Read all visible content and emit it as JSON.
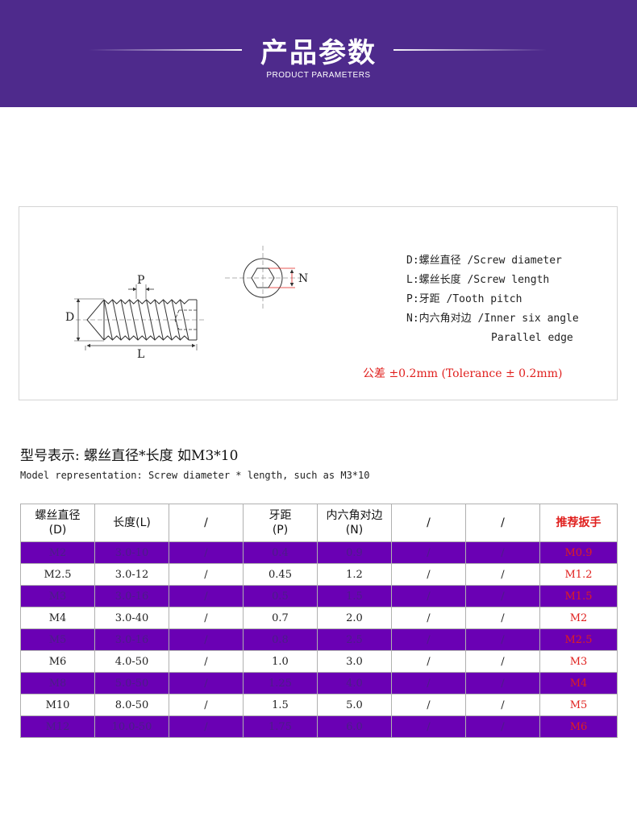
{
  "header": {
    "title": "产品参数",
    "subtitle": "PRODUCT PARAMETERS"
  },
  "diagram": {
    "labels": {
      "d": "D",
      "l": "L",
      "p": "P",
      "n": "N"
    },
    "legend": [
      "D:螺丝直径 /Screw diameter",
      "L:螺丝长度 /Screw length",
      "P:牙距 /Tooth pitch",
      "N:内六角对边 /Inner six angle"
    ],
    "legend_cont": "Parallel edge",
    "tolerance": "公差 ±0.2mm (Tolerance ± 0.2mm)"
  },
  "model": {
    "title": "型号表示: 螺丝直径*长度   如M3*10",
    "subtitle": "Model representation: Screw diameter * length, such as M3*10"
  },
  "table": {
    "headers": [
      [
        "螺丝直径",
        "(D)"
      ],
      [
        "长度(L)"
      ],
      [
        "/"
      ],
      [
        "牙距",
        "(P)"
      ],
      [
        "内六角对边",
        "(N)"
      ],
      [
        "/"
      ],
      [
        "/"
      ],
      [
        "推荐扳手"
      ]
    ],
    "rows": [
      [
        "M2",
        "3.0-10",
        "/",
        "0.4",
        "0.9",
        "/",
        "/",
        "M0.9"
      ],
      [
        "M2.5",
        "3.0-12",
        "/",
        "0.45",
        "1.2",
        "/",
        "/",
        "M1.2"
      ],
      [
        "M3",
        "3.0-16",
        "/",
        "0.5",
        "1.5",
        "/",
        "/",
        "M1.5"
      ],
      [
        "M4",
        "3.0-40",
        "/",
        "0.7",
        "2.0",
        "/",
        "/",
        "M2"
      ],
      [
        "M5",
        "3.0-16",
        "/",
        "0.8",
        "2.5",
        "/",
        "/",
        "M2.5"
      ],
      [
        "M6",
        "4.0-50",
        "/",
        "1.0",
        "3.0",
        "/",
        "/",
        "M3"
      ],
      [
        "M8",
        "5.0-50",
        "/",
        "1.25",
        "4.0",
        "/",
        "/",
        "M4"
      ],
      [
        "M10",
        "8.0-50",
        "/",
        "1.5",
        "5.0",
        "/",
        "/",
        "M5"
      ],
      [
        "M12",
        "10.0-50",
        "/",
        "1.75",
        "6.0",
        "/",
        "/",
        "M6"
      ]
    ]
  }
}
